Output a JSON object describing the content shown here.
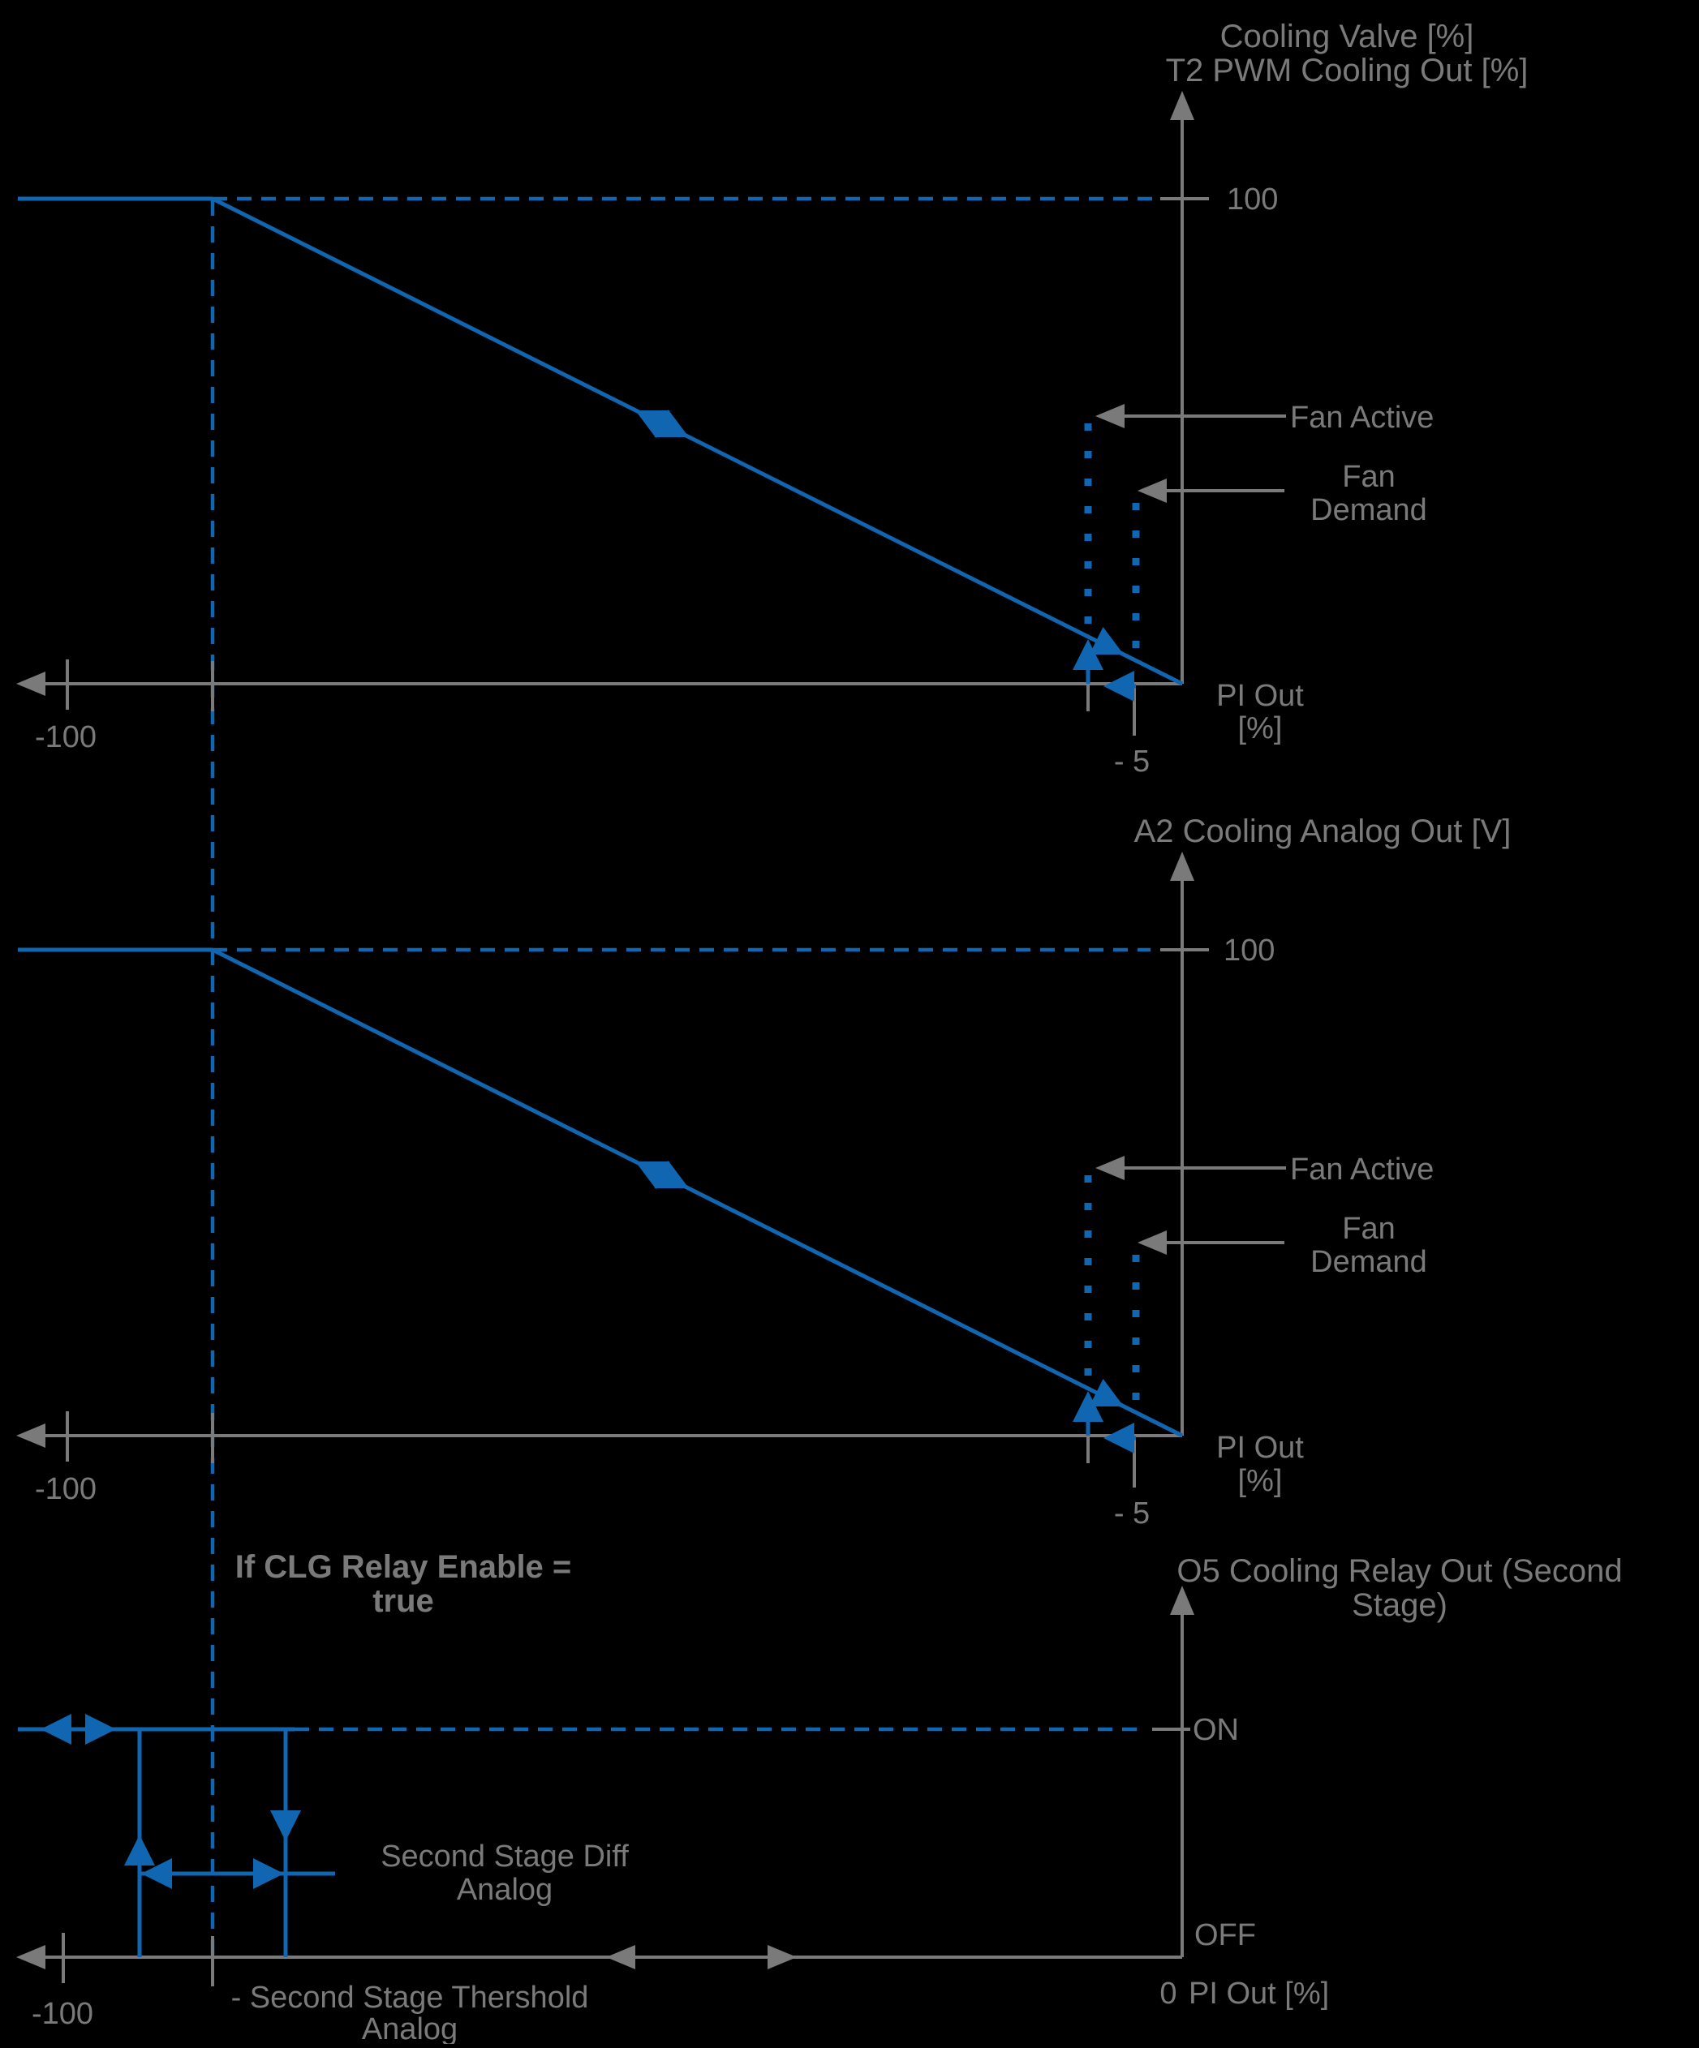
{
  "colors": {
    "background": "#000000",
    "line_blue": "#1066B1",
    "line_gray": "#7A7A7A",
    "text_gray": "#7A7A7A"
  },
  "charts": [
    {
      "title_lines": [
        "Cooling Valve [%]",
        "T2 PWM Cooling Out [%]"
      ],
      "y_tick_100": "100",
      "x_tick_minus100": "-100",
      "x_tick_minus5": "- 5",
      "x_axis_label_lines": [
        "PI Out",
        "[%]"
      ],
      "fan_active_label": "Fan Active",
      "fan_demand_label_lines": [
        "Fan",
        "Demand"
      ]
    },
    {
      "title_lines": [
        "A2 Cooling Analog Out [V]"
      ],
      "y_tick_100": "100",
      "x_tick_minus100": "-100",
      "x_tick_minus5": "- 5",
      "x_axis_label_lines": [
        "PI Out",
        "[%]"
      ],
      "fan_active_label": "Fan Active",
      "fan_demand_label_lines": [
        "Fan",
        "Demand"
      ]
    },
    {
      "condition_lines": [
        "If CLG Relay Enable =",
        "true"
      ],
      "title_lines": [
        "O5 Cooling Relay Out (Second",
        "Stage)"
      ],
      "on_label": "ON",
      "off_label": "OFF",
      "x_tick_minus100": "-100",
      "x_tick_zero": "0",
      "x_axis_label": "PI Out [%]",
      "threshold_label_lines": [
        "- Second Stage Thershold",
        "Analog"
      ],
      "diff_label_lines": [
        "Second Stage Diff",
        "Analog"
      ]
    }
  ],
  "chart_data": [
    {
      "type": "line",
      "title": "Cooling Valve [%] / T2 PWM Cooling Out [%]",
      "xlabel": "PI Out [%]",
      "x_ticks": [
        -100,
        -5
      ],
      "y_ticks": [
        100
      ],
      "curve": "Output saturated at 100 for PI Out left of breakpoint, then falls linearly to 0 at PI Out = 0; bidirectional arrows show modulation along the line",
      "annotations": [
        "Fan Active threshold (dotted, left of -5)",
        "Fan Demand threshold at PI Out = -5"
      ]
    },
    {
      "type": "line",
      "title": "A2 Cooling Analog Out [V]",
      "xlabel": "PI Out [%]",
      "x_ticks": [
        -100,
        -5
      ],
      "y_ticks": [
        100
      ],
      "curve": "Identical shape to PWM chart: saturated at 100, linear fall to 0 at PI Out = 0",
      "annotations": [
        "Fan Active threshold (dotted, left of -5)",
        "Fan Demand threshold at PI Out = -5"
      ]
    },
    {
      "type": "step",
      "title": "O5 Cooling Relay Out (Second Stage)",
      "condition": "If CLG Relay Enable = true",
      "xlabel": "PI Out [%]",
      "x_ticks": [
        -100,
        0
      ],
      "levels": [
        "ON",
        "OFF"
      ],
      "hysteresis": "Band of width 'Second Stage Diff Analog' centered on '- Second Stage Thershold Analog'; switches ON moving left (up arrow), OFF moving right (down arrow)"
    }
  ]
}
